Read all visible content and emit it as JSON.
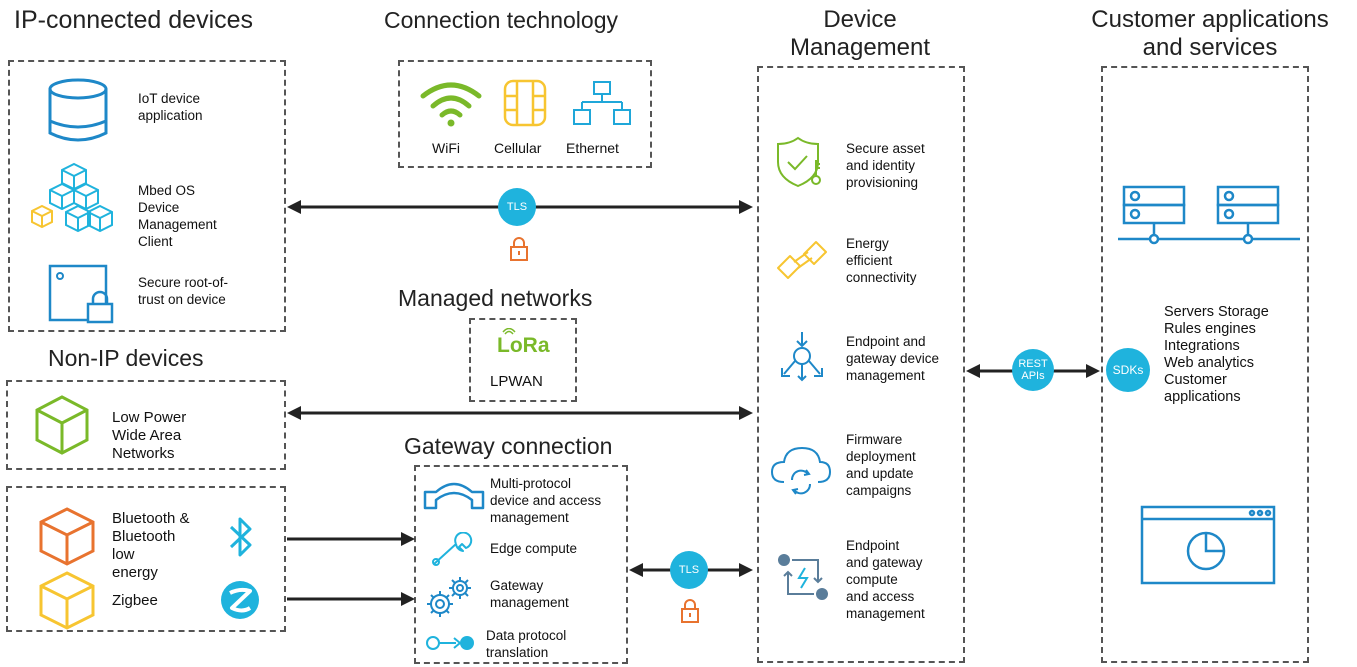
{
  "headings": {
    "ip_devices": "IP-connected devices",
    "connection_tech": "Connection technology",
    "device_mgmt_1": "Device",
    "device_mgmt_2": "Management",
    "customer_1": "Customer applications",
    "customer_2": "and services",
    "non_ip": "Non-IP devices",
    "managed_networks": "Managed networks",
    "gateway_connection": "Gateway connection"
  },
  "ip_devices": {
    "items": [
      {
        "line1": "IoT device",
        "line2": "application",
        "icon": "smart-speaker-icon"
      },
      {
        "lines": [
          "Mbed OS",
          "Device",
          "Management",
          "Client"
        ],
        "icon": "cubes-icon"
      },
      {
        "line1": "Secure root-of-",
        "line2": "trust on device",
        "icon": "chip-lock-icon"
      }
    ]
  },
  "connection_tech": {
    "items": [
      {
        "label": "WiFi",
        "icon": "wifi-icon",
        "color": "#7ab929"
      },
      {
        "label": "Cellular",
        "icon": "sim-card-icon",
        "color": "#f7c531"
      },
      {
        "label": "Ethernet",
        "icon": "ethernet-icon",
        "color": "#1fa7d9"
      }
    ]
  },
  "managed_networks": {
    "logo": "LoRa",
    "label": "LPWAN"
  },
  "non_ip": {
    "lpwan_lines": [
      "Low Power",
      "Wide Area",
      "Networks"
    ],
    "bt_lines": [
      "Bluetooth &",
      "Bluetooth",
      "low",
      "energy"
    ],
    "zigbee": "Zigbee"
  },
  "gateway": {
    "items": [
      {
        "lines": [
          "Multi-protocol",
          "device and access",
          "management"
        ],
        "icon": "bridge-icon"
      },
      {
        "lines": [
          "Edge compute"
        ],
        "icon": "wrench-icon"
      },
      {
        "lines": [
          "Gateway",
          "management"
        ],
        "icon": "gears-icon"
      },
      {
        "lines": [
          "Data protocol",
          "translation"
        ],
        "icon": "connector-icon"
      }
    ]
  },
  "device_mgmt": {
    "items": [
      {
        "lines": [
          "Secure asset",
          "and identity",
          "provisioning"
        ],
        "icon": "shield-key-icon"
      },
      {
        "lines": [
          "Energy",
          "efficient",
          "connectivity"
        ],
        "icon": "satellite-icon"
      },
      {
        "lines": [
          "Endpoint and",
          "gateway device",
          "management"
        ],
        "icon": "network-node-icon"
      },
      {
        "lines": [
          "Firmware",
          "deployment",
          "and update",
          "campaigns"
        ],
        "icon": "cloud-sync-icon"
      },
      {
        "lines": [
          "Endpoint",
          "and gateway",
          "compute",
          "and access",
          "management"
        ],
        "icon": "compute-flow-icon"
      }
    ]
  },
  "customer": {
    "lines": [
      "Servers Storage",
      "Rules engines",
      "Integrations",
      "Web analytics",
      "Customer",
      "applications"
    ]
  },
  "badges": {
    "tls_top": "TLS",
    "tls_bottom": "TLS",
    "rest_1": "REST",
    "rest_2": "APIs",
    "sdks": "SDKs"
  },
  "colors": {
    "accent_blue": "#1fb3dd",
    "icon_blue": "#1e88c8",
    "green": "#7ab929",
    "yellow": "#f7c531",
    "orange": "#e8732f",
    "lora_green": "#7ab929"
  }
}
